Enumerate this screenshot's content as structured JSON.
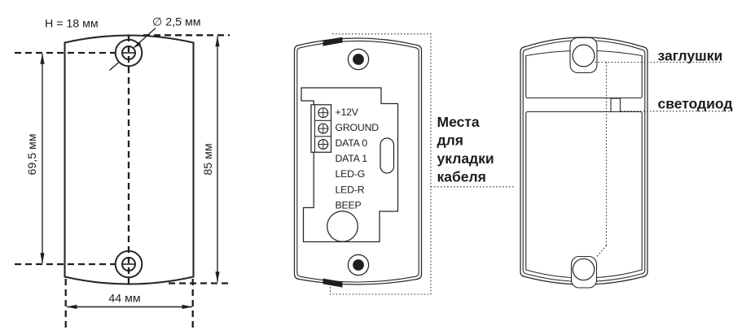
{
  "colors": {
    "line": "#262626",
    "background": "#ffffff"
  },
  "left_view": {
    "height_label": "H = 18 мм",
    "hole_diameter_label": "∅ 2,5 мм",
    "hole_spacing_label": "69,5 мм",
    "overall_height_label": "85 мм",
    "width_label": "44 мм"
  },
  "middle_view": {
    "terminal_labels": [
      "+12V",
      "GROUND",
      "DATA 0",
      "DATA 1",
      "LED-G",
      "LED-R",
      "BEEP"
    ],
    "cable_note_lines": [
      "Места",
      "для",
      "укладки",
      "кабеля"
    ]
  },
  "right_view": {
    "plugs_label": "заглушки",
    "led_label": "светодиод"
  }
}
